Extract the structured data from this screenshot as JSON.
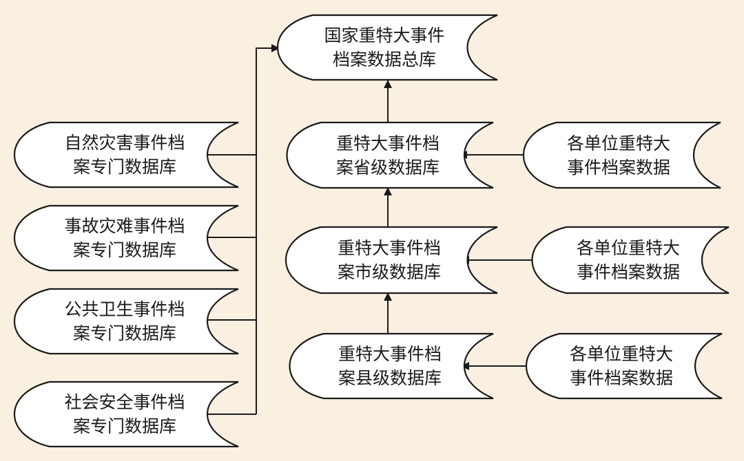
{
  "colors": {
    "background": "#f9f0e1",
    "node_fill": "#ffffff",
    "stroke": "#1a1a1a",
    "text": "#1a1a1a"
  },
  "nodes": {
    "national": {
      "line1": "国家重特大事件",
      "line2": "档案数据总库"
    },
    "provincial": {
      "line1": "重特大事件档",
      "line2": "案省级数据库"
    },
    "municipal": {
      "line1": "重特大事件档",
      "line2": "案市级数据库"
    },
    "county": {
      "line1": "重特大事件档",
      "line2": "案县级数据库"
    },
    "natural_disaster": {
      "line1": "自然灾害事件档",
      "line2": "案专门数据库"
    },
    "accident_disaster": {
      "line1": "事故灾难事件档",
      "line2": "案专门数据库"
    },
    "public_health": {
      "line1": "公共卫生事件档",
      "line2": "案专门数据库"
    },
    "social_security": {
      "line1": "社会安全事件档",
      "line2": "案专门数据库"
    },
    "unit_data_1": {
      "line1": "各单位重特大",
      "line2": "事件档案数据"
    },
    "unit_data_2": {
      "line1": "各单位重特大",
      "line2": "事件档案数据"
    },
    "unit_data_3": {
      "line1": "各单位重特大",
      "line2": "事件档案数据"
    }
  }
}
